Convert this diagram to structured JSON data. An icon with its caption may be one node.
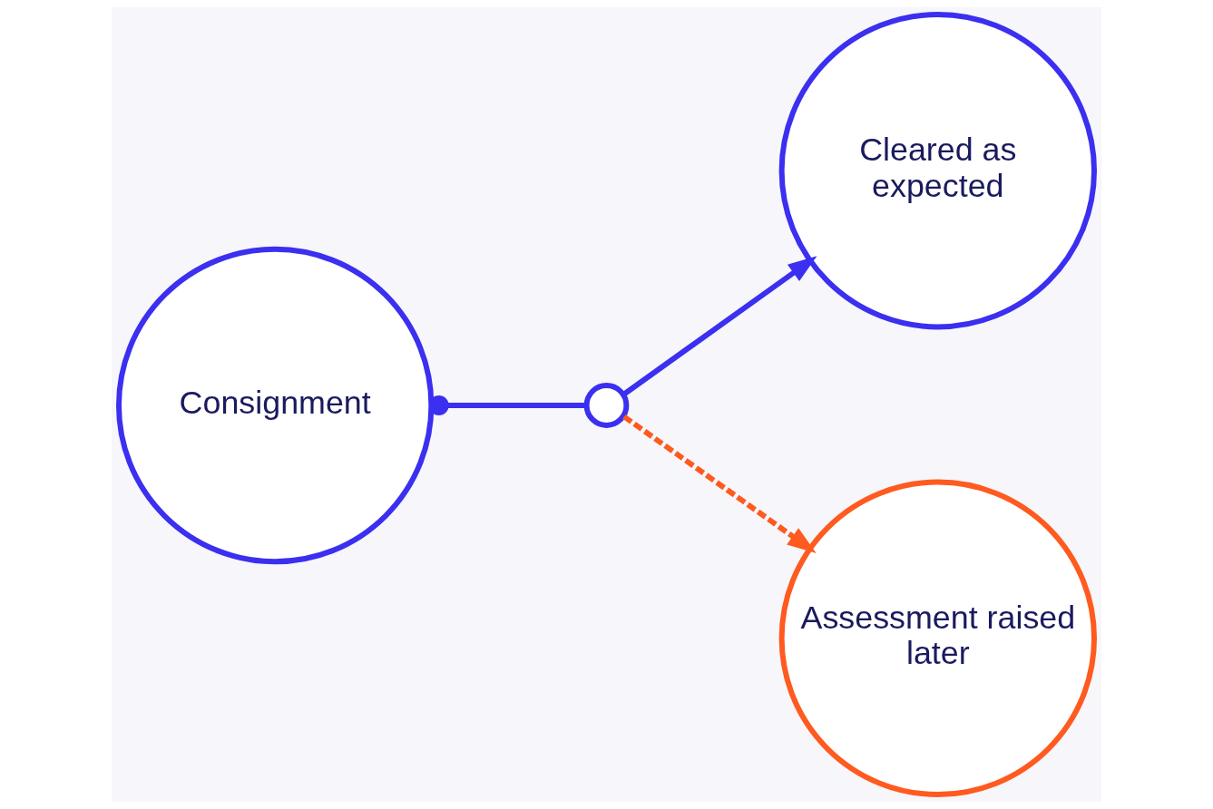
{
  "diagram": {
    "nodes": [
      {
        "text": [
          "Consignment"
        ]
      },
      {
        "text": [],
        "shape": "circle"
      },
      {
        "text": [
          "Cleared as expected"
        ]
      },
      {
        "text": [
          "Assessment raised later"
        ]
      }
    ],
    "edges": [
      {
        "from": 0,
        "to": 1,
        "arrow": "other"
      },
      {
        "from": 1,
        "to": 2,
        "arrow": "to"
      },
      {
        "from": 1,
        "to": 3,
        "arrow": "to",
        "style": "dashed",
        "color": "#ff5a1f"
      }
    ]
  }
}
